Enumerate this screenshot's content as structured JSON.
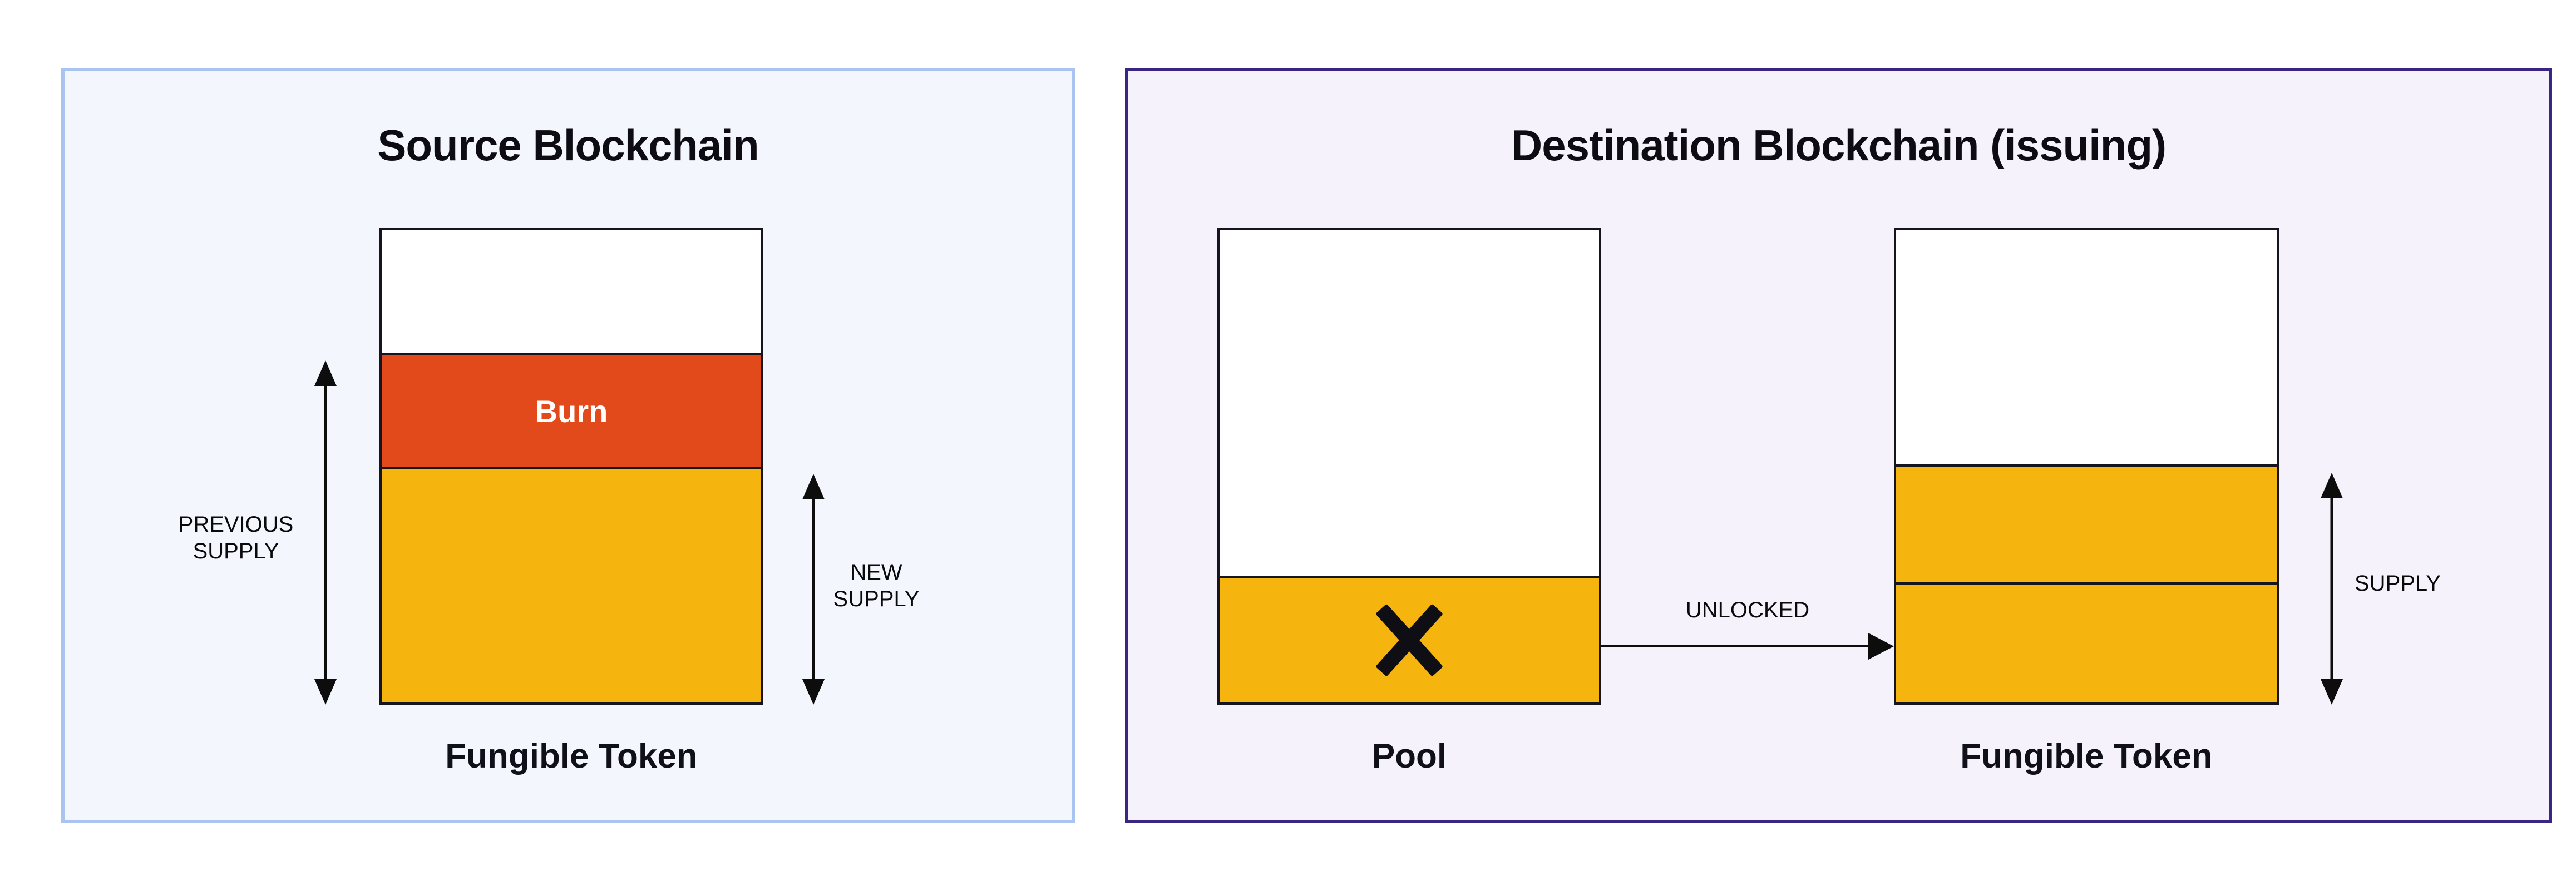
{
  "left_panel": {
    "title": "Source Blockchain",
    "bar_label": "Fungible Token",
    "burn_label": "Burn",
    "segments": [
      "unminted",
      "burn",
      "supply"
    ],
    "previous_supply_line1": "PREVIOUS",
    "previous_supply_line2": "SUPPLY",
    "new_supply_line1": "NEW",
    "new_supply_line2": "SUPPLY"
  },
  "right_panel": {
    "title": "Destination Blockchain (issuing)",
    "pool_label": "Pool",
    "token_bar_label": "Fungible Token",
    "unlocked_label": "UNLOCKED",
    "supply_label": "SUPPLY"
  },
  "colors": {
    "burn_orange": "#E2491B",
    "token_yellow": "#F5B40E",
    "line_dark": "#16141F",
    "left_panel_bg": "#F3F6FC",
    "left_panel_border": "#A9C4F0",
    "right_panel_bg": "#F5F2FB",
    "right_panel_border": "#3A2583"
  }
}
